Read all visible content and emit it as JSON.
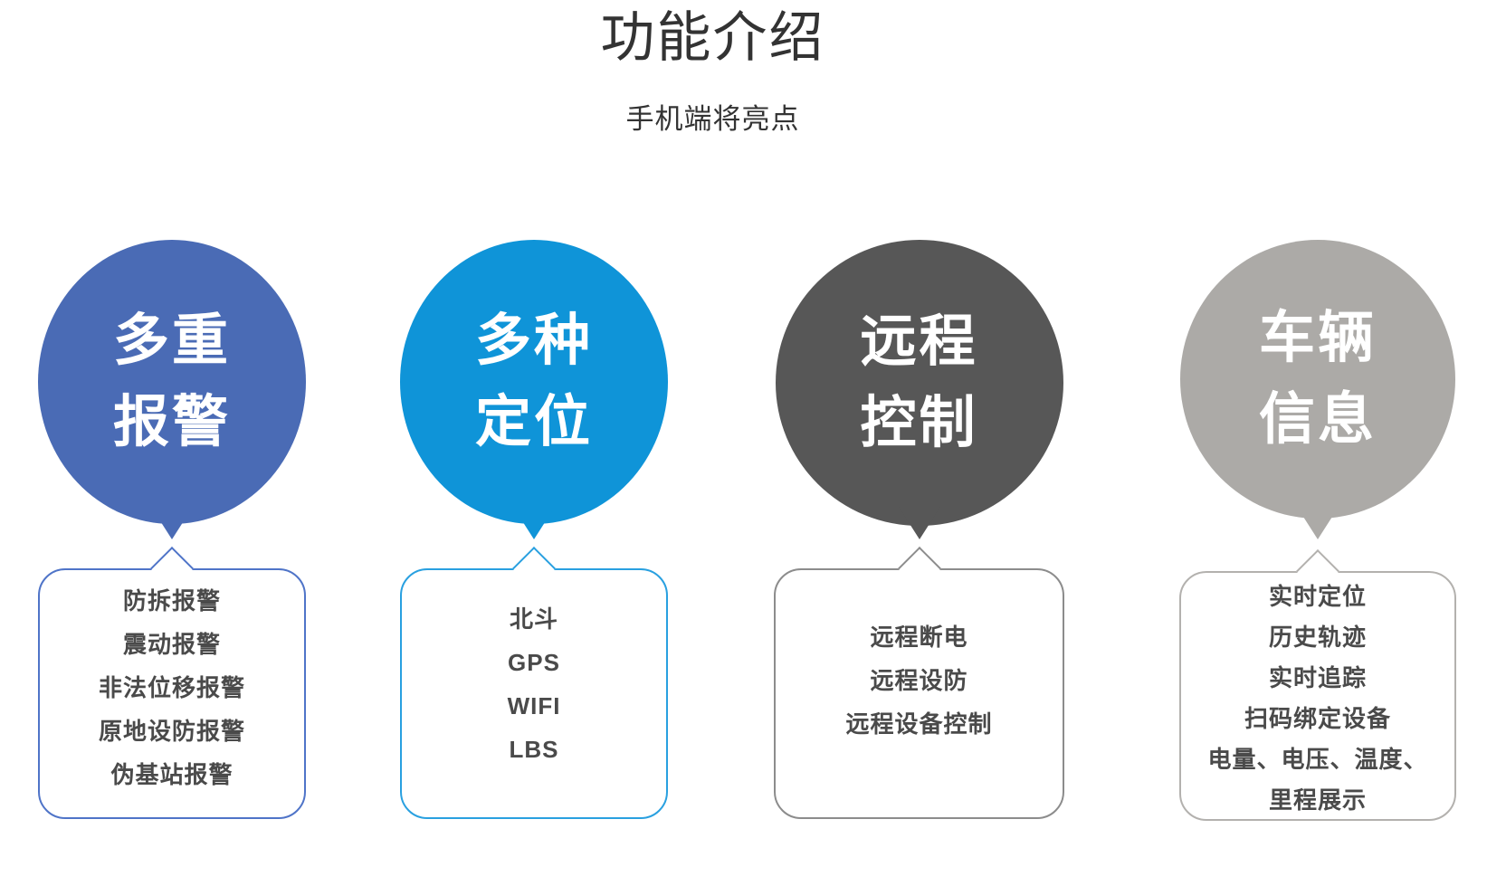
{
  "page": {
    "title": "功能介绍",
    "subtitle": "手机端将亮点",
    "background_color": "#ffffff",
    "title_color": "#333333",
    "item_text_color": "#4a4a4a"
  },
  "features": [
    {
      "id": "multiple-alarms",
      "bubble": {
        "line1": "多重",
        "line2": "报警",
        "fill": "#4a6bb5",
        "text_color": "#ffffff"
      },
      "panel": {
        "border_color": "#4f74c8",
        "items": [
          "防拆报警",
          "震动报警",
          "非法位移报警",
          "原地设防报警",
          "伪基站报警"
        ]
      }
    },
    {
      "id": "multiple-positioning",
      "bubble": {
        "line1": "多种",
        "line2": "定位",
        "fill": "#0f94d8",
        "text_color": "#ffffff"
      },
      "panel": {
        "border_color": "#29a0e0",
        "items": [
          "北斗",
          "GPS",
          "WIFI",
          "LBS"
        ]
      }
    },
    {
      "id": "remote-control",
      "bubble": {
        "line1": "远程",
        "line2": "控制",
        "fill": "#575757",
        "text_color": "#ffffff"
      },
      "panel": {
        "border_color": "#8c8c8c",
        "items": [
          "远程断电",
          "远程设防",
          "远程设备控制"
        ]
      }
    },
    {
      "id": "vehicle-info",
      "bubble": {
        "line1": "车辆",
        "line2": "信息",
        "fill": "#acaaa7",
        "text_color": "#ffffff"
      },
      "panel": {
        "border_color": "#b3b1ae",
        "items": [
          "实时定位",
          "历史轨迹",
          "实时追踪",
          "扫码绑定设备",
          "电量、电压、温度、",
          "里程展示"
        ]
      }
    }
  ]
}
